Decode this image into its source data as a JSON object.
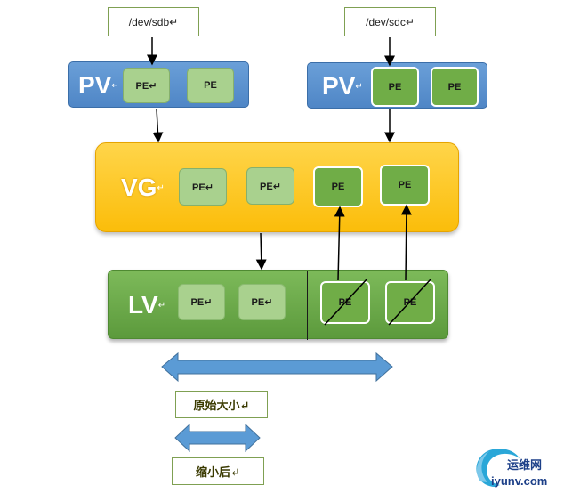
{
  "devices": {
    "sdb": "/dev/sdb↵",
    "sdc": "/dev/sdc↵"
  },
  "pv_left": {
    "label": "PV",
    "mark": "↵",
    "pe": [
      "PE↵",
      "PE"
    ]
  },
  "pv_right": {
    "label": "PV",
    "mark": "↵",
    "pe": [
      "PE",
      "PE"
    ]
  },
  "vg": {
    "label": "VG",
    "mark": "↵",
    "pe": [
      "PE↵",
      "PE↵",
      "PE",
      "PE"
    ]
  },
  "lv": {
    "label": "LV",
    "mark": "↵",
    "pe": [
      "PE↵",
      "PE↵",
      "PE",
      "PE"
    ]
  },
  "sizes": {
    "original": "原始大小↵",
    "reduced": "缩小后↵"
  },
  "watermark": {
    "name": "运维网",
    "url": "iyunv.com"
  },
  "colors": {
    "pv_blue": "#4f86c6",
    "vg_yellow": "#fbbd0a",
    "lv_green": "#5c9a3c",
    "pe_dark": "#70ad47",
    "pe_light": "#a9d18e",
    "arrow_blue": "#5b9bd5"
  }
}
